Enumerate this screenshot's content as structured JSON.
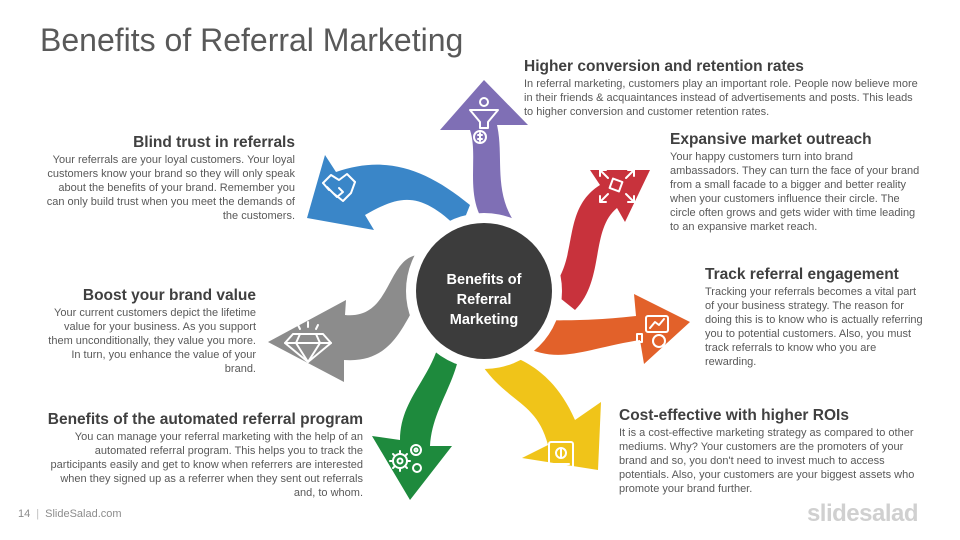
{
  "slide": {
    "title": "Benefits of Referral Marketing",
    "center_label": "Benefits of Referral Marketing",
    "page_number": "14",
    "footer_site": "SlideSalad.com",
    "brand_logo": "slidesalad"
  },
  "colors": {
    "purple": "#7f6fb5",
    "red": "#c8323c",
    "orange": "#e2612a",
    "yellow": "#f0c419",
    "green": "#1e8a3d",
    "gray": "#8c8c8c",
    "blue": "#3a86c8",
    "center": "#3c3c3c"
  },
  "benefits": [
    {
      "heading": "Higher conversion and retention rates",
      "body": "In referral marketing, customers play an important role. People now believe more in their friends & acquaintances instead of advertisements and posts. This leads to higher conversion and customer retention rates.",
      "icon": "funnel-dollar-icon",
      "color": "purple"
    },
    {
      "heading": "Expansive market outreach",
      "body": "Your happy customers turn into brand ambassadors. They can turn the face of your brand from a small facade to a bigger and better reality when your customers influence their circle. The circle often grows and gets wider with time leading to an expansive market reach.",
      "icon": "expand-arrows-icon",
      "color": "red"
    },
    {
      "heading": "Track referral engagement",
      "body": "Tracking your referrals becomes a vital part of your business strategy. The reason for doing this is to know who is actually referring you to potential customers. Also, you must track referrals to know who you are rewarding.",
      "icon": "analytics-magnifier-icon",
      "color": "orange"
    },
    {
      "heading": "Cost-effective with higher ROIs",
      "body": "It is a cost-effective marketing strategy as compared to other mediums. Why? Your customers are the promoters of your brand and so, you don't need to invest much to access potentials. Also, your customers are your biggest assets who promote your brand further.",
      "icon": "dollar-bill-icon",
      "color": "yellow"
    },
    {
      "heading": "Benefits of the automated referral program",
      "body": "You can manage your referral marketing with the help of an automated referral program. This helps you to track the participants easily and get to know when referrers are interested when they signed up as a referrer when they sent out referrals and, to whom.",
      "icon": "gears-icon",
      "color": "green"
    },
    {
      "heading": "Boost your brand value",
      "body": "Your current customers depict the lifetime value for your business. As you support them unconditionally, they value you more. In turn, you enhance the value of your brand.",
      "icon": "diamond-icon",
      "color": "gray"
    },
    {
      "heading": "Blind trust in referrals",
      "body": "Your referrals are your loyal customers. Your loyal customers know your brand so they will only speak about the benefits of your brand. Remember you can only build trust when you meet the demands of the customers.",
      "icon": "handshake-icon",
      "color": "blue"
    }
  ]
}
